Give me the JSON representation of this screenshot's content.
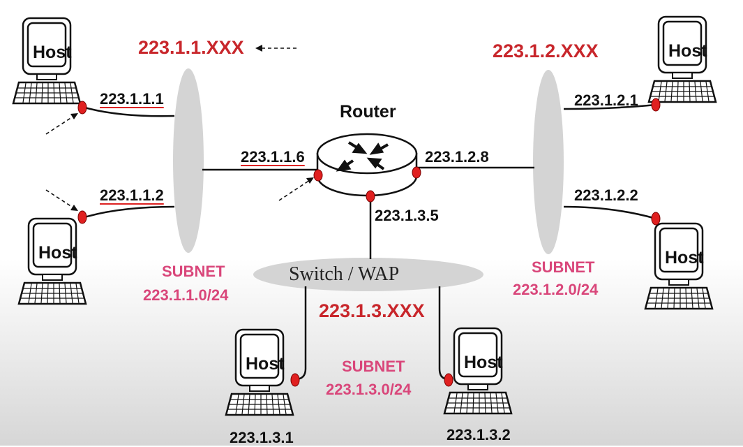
{
  "router": {
    "label": "Router"
  },
  "switch": {
    "label": "Switch / WAP"
  },
  "host_label": "Host",
  "networks": {
    "left": {
      "range": "223.1.1.XXX",
      "subnet_title": "SUBNET",
      "subnet": "223.1.1.0/24"
    },
    "right": {
      "range": "223.1.2.XXX",
      "subnet_title": "SUBNET",
      "subnet": "223.1.2.0/24"
    },
    "bottom": {
      "range": "223.1.3.XXX",
      "subnet_title": "SUBNET",
      "subnet": "223.1.3.0/24"
    }
  },
  "interfaces": {
    "h1": "223.1.1.1",
    "h2": "223.1.1.2",
    "r_left": "223.1.1.6",
    "r_right": "223.1.2.8",
    "r_bottom": "223.1.3.5",
    "h3": "223.1.2.1",
    "h4": "223.1.2.2",
    "h5": "223.1.3.1",
    "h6": "223.1.3.2"
  },
  "colors": {
    "accent_red": "#c8262b",
    "subnet_pink": "#d9467a",
    "interface_dot": "#e02020",
    "bus": "#d4d4d4"
  }
}
